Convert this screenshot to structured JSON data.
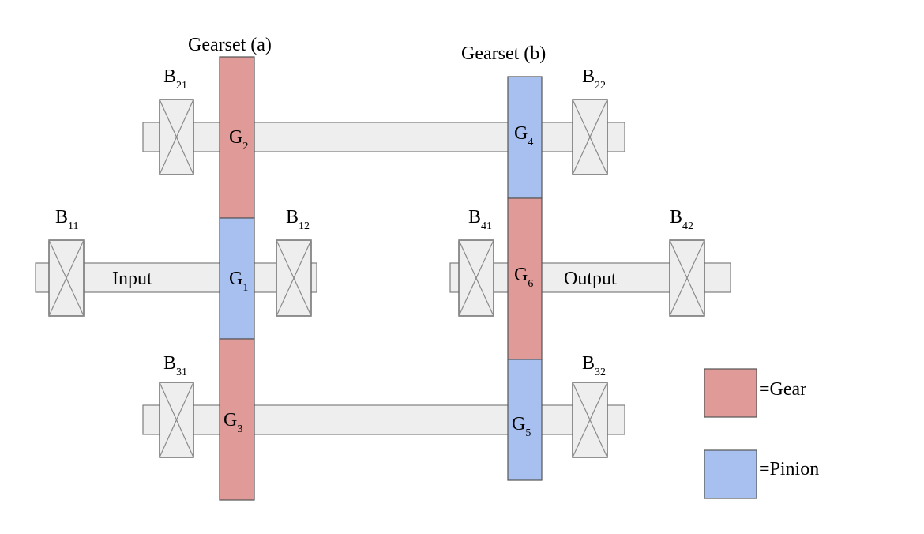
{
  "colors": {
    "gear": "#e09a98",
    "pinion": "#a8c0f0",
    "shaft": "#eeeeee",
    "line": "#7f7f7f"
  },
  "gearsets": {
    "a": "Gearset (a)",
    "b": "Gearset (b)"
  },
  "shafts": {
    "input": "Input",
    "output": "Output"
  },
  "gears": [
    {
      "id": "G1",
      "letter": "G",
      "sub": "1",
      "type": "pinion"
    },
    {
      "id": "G2",
      "letter": "G",
      "sub": "2",
      "type": "gear"
    },
    {
      "id": "G3",
      "letter": "G",
      "sub": "3",
      "type": "gear"
    },
    {
      "id": "G4",
      "letter": "G",
      "sub": "4",
      "type": "pinion"
    },
    {
      "id": "G5",
      "letter": "G",
      "sub": "5",
      "type": "pinion"
    },
    {
      "id": "G6",
      "letter": "G",
      "sub": "6",
      "type": "gear"
    }
  ],
  "bearings": [
    {
      "id": "B11",
      "letter": "B",
      "sub": "11"
    },
    {
      "id": "B12",
      "letter": "B",
      "sub": "12"
    },
    {
      "id": "B21",
      "letter": "B",
      "sub": "21"
    },
    {
      "id": "B22",
      "letter": "B",
      "sub": "22"
    },
    {
      "id": "B31",
      "letter": "B",
      "sub": "31"
    },
    {
      "id": "B32",
      "letter": "B",
      "sub": "32"
    },
    {
      "id": "B41",
      "letter": "B",
      "sub": "41"
    },
    {
      "id": "B42",
      "letter": "B",
      "sub": "42"
    }
  ],
  "legend": {
    "gear": "=Gear",
    "pinion": "=Pinion"
  }
}
